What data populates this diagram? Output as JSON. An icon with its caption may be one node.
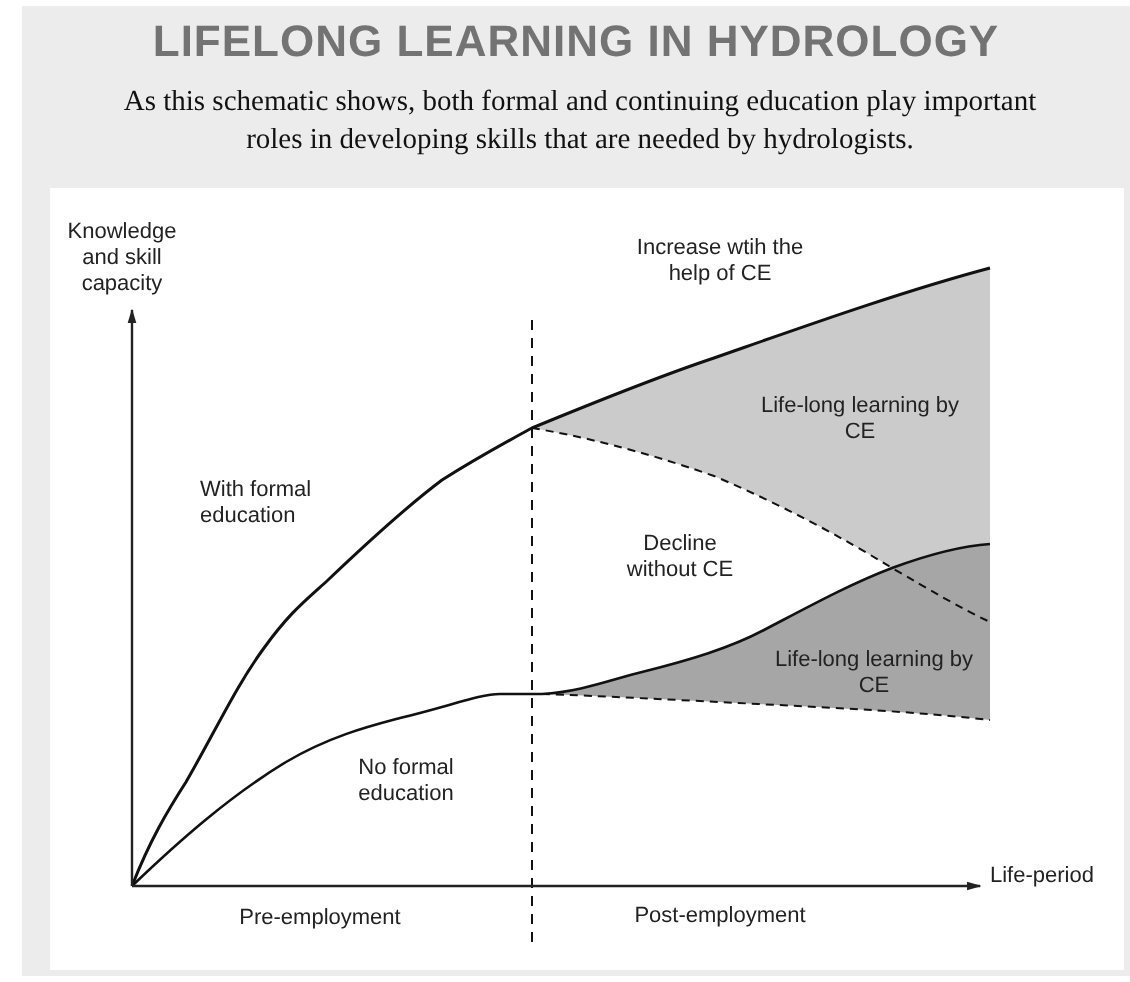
{
  "diagram": {
    "title": "LIFELONG LEARNING IN HYDROLOGY",
    "caption": "As this schematic shows, both formal and continuing education play important roles in developing skills that are needed by hydrologists.",
    "labels": [
      "Knowledge and skill capacity",
      "Increase wtih the help of CE",
      "Life-long learning by CE",
      "With formal education",
      "Decline without CE",
      "Life-long learning by CE",
      "No formal education",
      "Life-period",
      "Pre-employment",
      "Post-employment"
    ]
  }
}
